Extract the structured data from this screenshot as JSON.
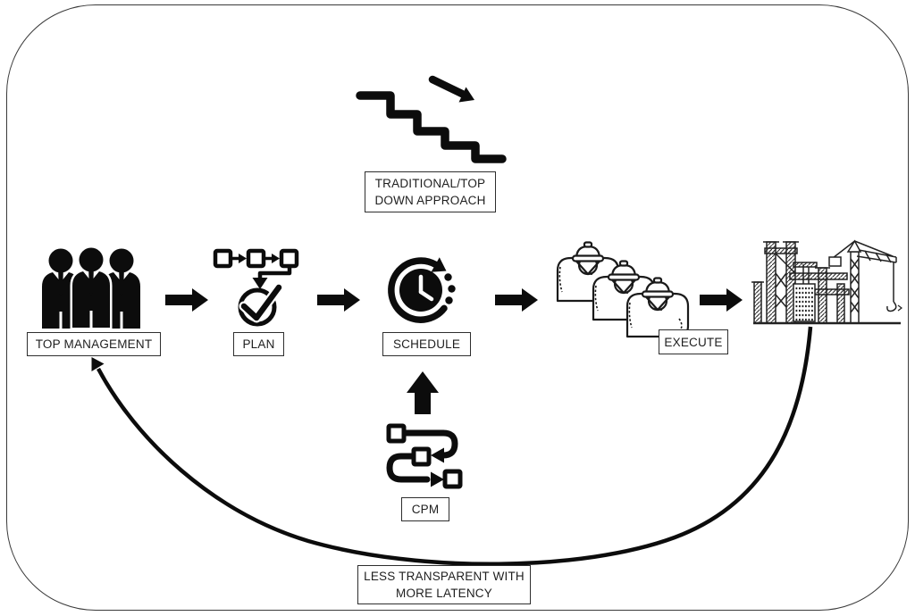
{
  "diagram": {
    "background_color": "#ffffff",
    "ink_color": "#111111",
    "top_banner": {
      "icon": "descending-stairs-icon",
      "label_line1": "TRADITIONAL/TOP",
      "label_line2": "DOWN APPROACH"
    },
    "flow_nodes": [
      {
        "label": "TOP MANAGEMENT",
        "icon": "business-team-icon"
      },
      {
        "label": "PLAN",
        "icon": "task-flow-check-icon"
      },
      {
        "label": "SCHEDULE",
        "icon": "recurring-clock-icon"
      },
      {
        "label": "EXECUTE",
        "icon": "construction-workers-icon"
      },
      {
        "label": "",
        "icon": "construction-site-icon"
      }
    ],
    "cpm": {
      "label": "CPM",
      "icon": "serpentine-process-icon"
    },
    "feedback": {
      "label_line1": "LESS TRANSPARENT WITH",
      "label_line2": "MORE LATENCY"
    }
  }
}
